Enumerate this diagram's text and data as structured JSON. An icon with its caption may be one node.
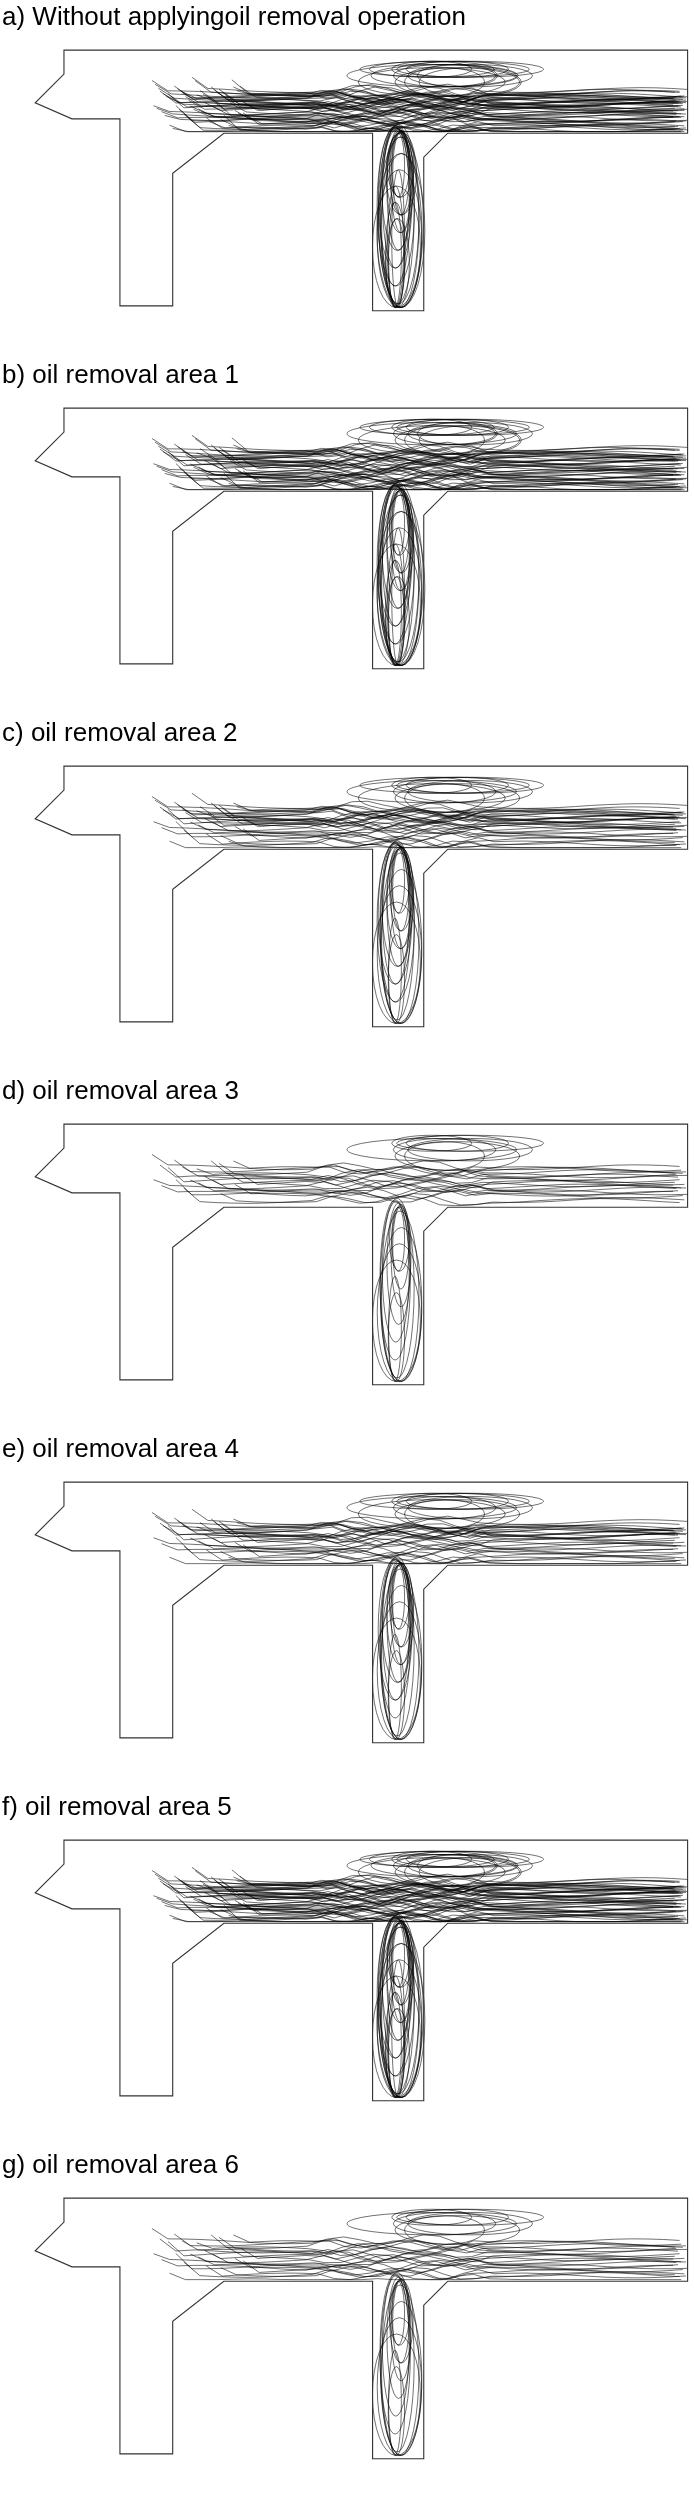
{
  "diagram": {
    "labels": [
      "a) Without applyingoil removal operation",
      "b) oil removal area 1",
      "c) oil removal area 2",
      "d) oil removal area 3",
      "e) oil removal area 4",
      "f) oil removal area 5",
      "g) oil removal area 6"
    ]
  }
}
